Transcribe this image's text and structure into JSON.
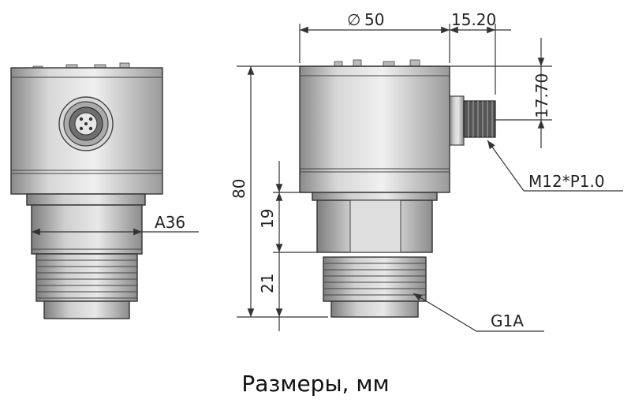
{
  "dimensions": {
    "diameter": "50",
    "offset": "15.20",
    "height_connector": "17.70",
    "total_height": "80",
    "hex_height": "19",
    "thread_height": "21",
    "hex_size": "A36",
    "connector_thread": "M12*P1.0",
    "process_thread": "G1A"
  },
  "caption": "Размеры, мм"
}
